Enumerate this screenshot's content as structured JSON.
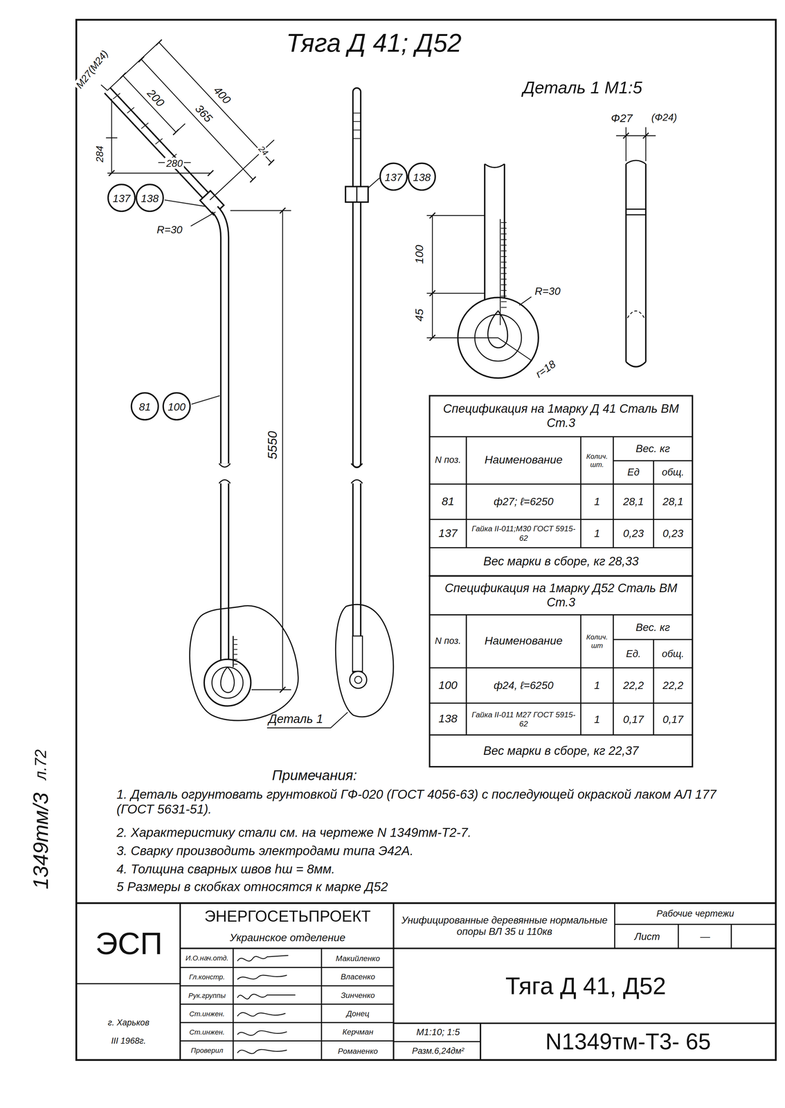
{
  "diagram": {
    "title": "Тяга Д 41; Д52",
    "nodes": [
      {
        "text": [
          "137"
        ]
      },
      {
        "text": [
          "138"
        ]
      },
      {
        "text": [
          "81"
        ]
      },
      {
        "text": [
          "100"
        ]
      },
      {
        "text": [
          "137"
        ]
      },
      {
        "text": [
          "138"
        ]
      }
    ],
    "labels": [
      "Деталь 1 М1:5",
      "М27(М24)",
      "400",
      "365",
      "200",
      "284",
      "280",
      "24",
      "R=30",
      "5550",
      "Деталь 1",
      "Ф27",
      "(Ф24)",
      "100",
      "45",
      "R=30",
      "r=18",
      "Спецификация на 1марку Д 41 Сталь ВМ Ст.3",
      "N поз.",
      "Наименование",
      "Колич. шт.",
      "Вес. кг",
      "Ед",
      "общ.",
      "81",
      "ф27; ℓ=6250",
      "1",
      "28,1",
      "28,1",
      "137",
      "Гайка II-011;М30 ГОСТ 5915-62",
      "1",
      "0,23",
      "0,23",
      "Вес марки в сборе, кг 28,33",
      "Спецификация на 1марку Д52 Сталь ВМ Ст.3",
      "N поз.",
      "Наименование",
      "Колич. шт",
      "Вес. кг",
      "Ед.",
      "общ.",
      "100",
      "ф24, ℓ=6250",
      "1",
      "22,2",
      "22,2",
      "138",
      "Гайка II-011 М27 ГОСТ 5915-62",
      "1",
      "0,17",
      "0,17",
      "Вес марки в сборе, кг 22,37",
      "Примечания:",
      "1. Деталь огрунтовать грунтовкой ГФ-020 (ГОСТ 4056-63) с последующей окраской лаком АЛ 177 (ГОСТ 5631-51).",
      "2. Характеристику стали см. на чертеже N 1349тм-Т2-7.",
      "3. Сварку производить электродами типа Э42А.",
      "4. Толщина сварных швов hш = 8мм.",
      "5 Размеры в скобках относятся к марке Д52",
      "л.72",
      "1349тм/3",
      "ЭСП",
      "ЭНЕРГОСЕТЬПРОЕКТ",
      "Украинское отделение",
      "Унифицированные деревянные нормальные опоры ВЛ 35 и 110кв",
      "Рабочие чертежи",
      "Лист",
      "—",
      "И.О.нач.отд.",
      "Макийленко",
      "Гл.констр.",
      "Власенко",
      "Рук.группы",
      "Зинченко",
      "Ст.инжен.",
      "Донец",
      "Ст.инжен.",
      "Керчман",
      "Проверил",
      "Романенко",
      "Тяга Д 41, Д52",
      "г. Харьков",
      "III 1968г.",
      "М1:10; 1:5",
      "Разм.6,24дм²",
      "N1349тм-Т3- 65"
    ]
  }
}
